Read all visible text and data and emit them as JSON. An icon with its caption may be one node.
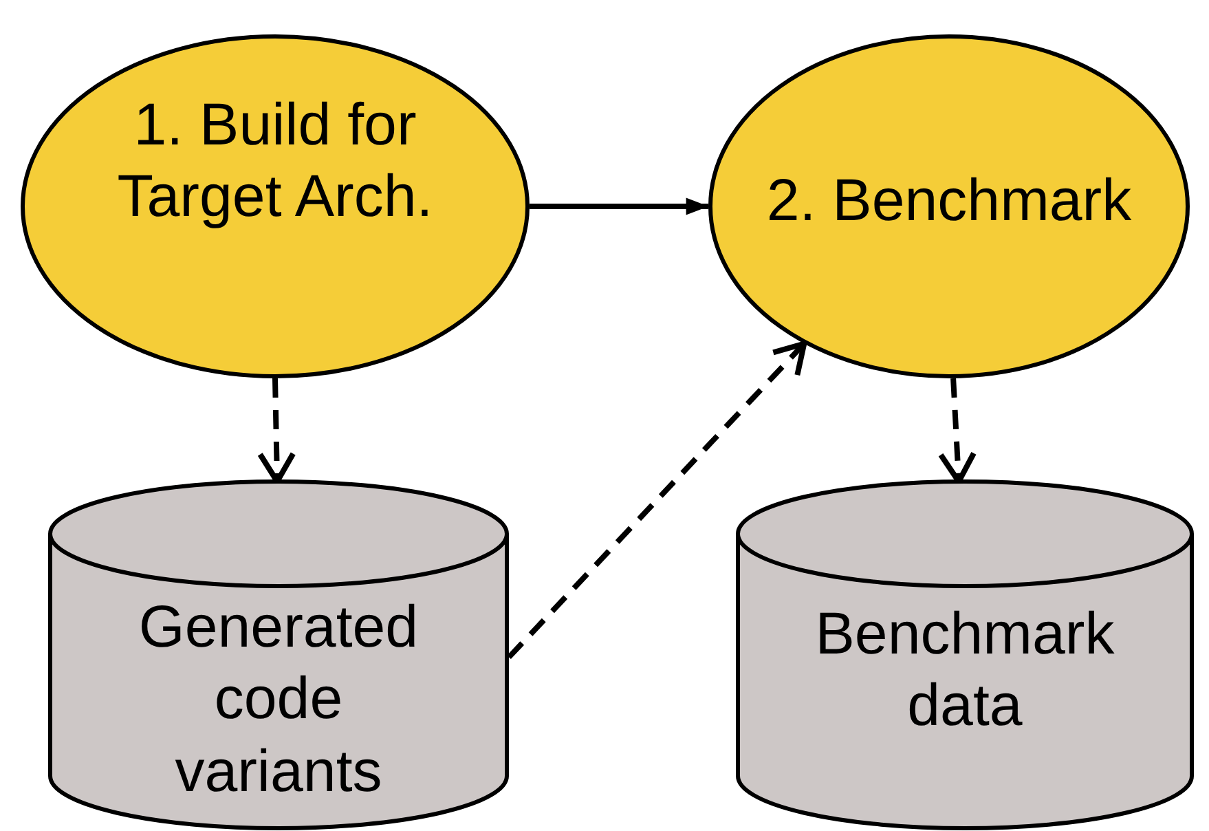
{
  "diagram": {
    "nodes": [
      {
        "text": [
          "1. Build for Target Arch."
        ]
      },
      {
        "text": [
          "2. Benchmark"
        ]
      },
      {
        "text": [
          "Generated code variants"
        ]
      },
      {
        "text": [
          "Benchmark data"
        ]
      }
    ],
    "edges": [
      {
        "from": 0,
        "to": 1,
        "arrow": "to"
      },
      {
        "from": 0,
        "to": 2,
        "arrow": "to",
        "style": "dashed"
      },
      {
        "from": 2,
        "to": 1,
        "arrow": "to",
        "style": "dashed"
      },
      {
        "from": 1,
        "to": 3,
        "arrow": "to",
        "style": "dashed"
      }
    ]
  }
}
